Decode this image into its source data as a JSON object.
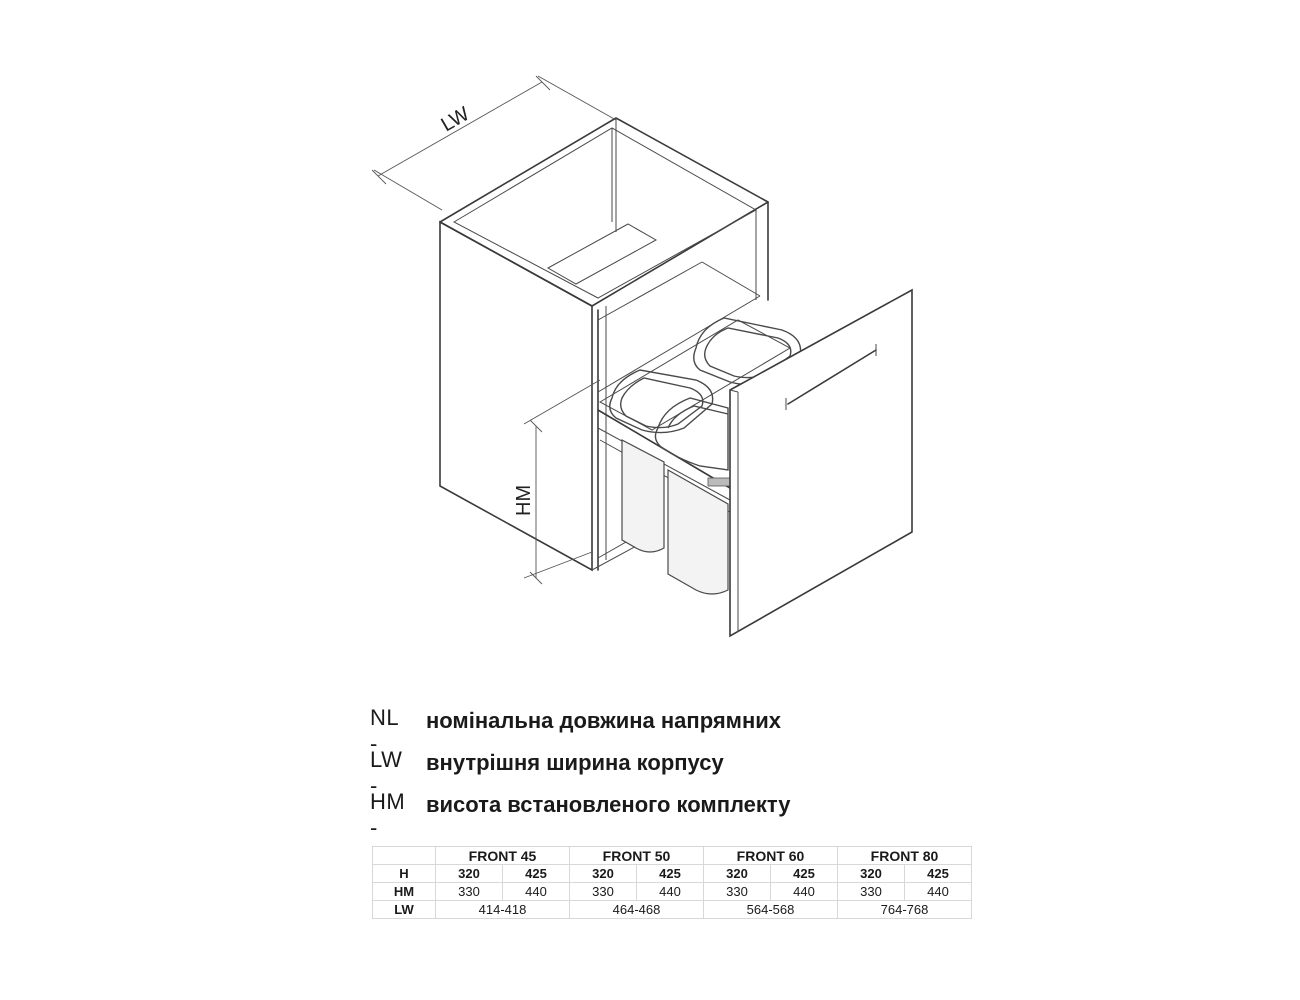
{
  "dimension_labels": {
    "lw": "LW",
    "hm": "HM"
  },
  "legend": [
    {
      "abbr": "NL -",
      "desc": "номінальна довжина напрямних"
    },
    {
      "abbr": "LW -",
      "desc": "внутрішня ширина корпусу"
    },
    {
      "abbr": "HM -",
      "desc": "висота встановленого комплекту"
    }
  ],
  "table": {
    "fronts": [
      "FRONT 45",
      "FRONT 50",
      "FRONT 60",
      "FRONT 80"
    ],
    "rows": [
      {
        "label": "H",
        "values": [
          "320",
          "425",
          "320",
          "425",
          "320",
          "425",
          "320",
          "425"
        ]
      },
      {
        "label": "HM",
        "values": [
          "330",
          "440",
          "330",
          "440",
          "330",
          "440",
          "330",
          "440"
        ]
      },
      {
        "label": "LW",
        "values": [
          "414-418",
          "464-468",
          "564-568",
          "764-768"
        ]
      }
    ]
  }
}
